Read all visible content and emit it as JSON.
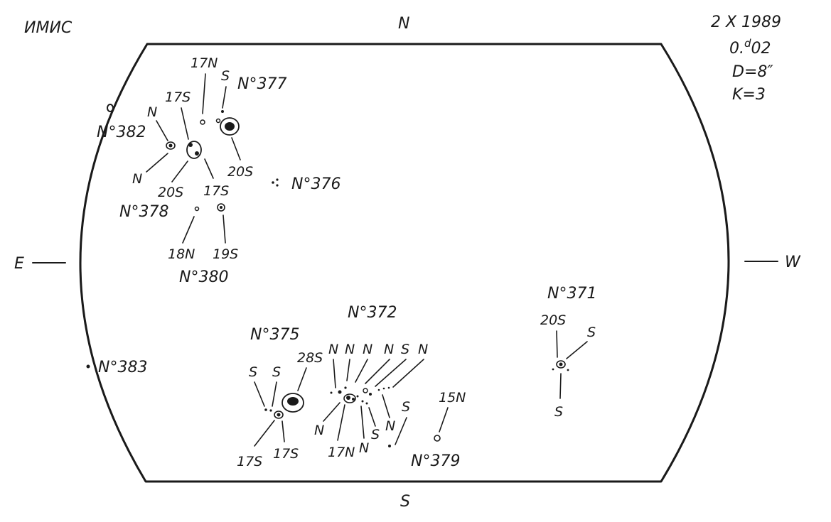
{
  "header": {
    "observatory": "ИМИС",
    "date": "2 X 1989",
    "fraction_main": "0.",
    "fraction_sup": "d",
    "fraction_tail": "02",
    "diameter": "D=8″",
    "k": "K=3"
  },
  "compass": {
    "north": "N",
    "south": "S",
    "east": "E",
    "west": "W"
  },
  "groups": {
    "g382": "N°382",
    "g377": "N°377",
    "g376": "N°376",
    "g378": "N°378",
    "g380": "N°380",
    "g383": "N°383",
    "g375": "N°375",
    "g372": "N°372",
    "g371": "N°371",
    "g379": "N°379"
  },
  "polarity": {
    "a17n": "17N",
    "a_s": "S",
    "a17s": "17S",
    "a_n1": "N",
    "a20s": "20S",
    "a_n2": "N",
    "a20s_b": "20S",
    "a17s_b": "17S",
    "a18n": "18N",
    "a19s": "19S",
    "b_s1": "S",
    "b_s2": "S",
    "b28s": "28S",
    "b17s_1": "17S",
    "b17s_2": "17S",
    "c_n1": "N",
    "c_n2": "N",
    "c_n3": "N",
    "c_n4": "N",
    "c_s1": "S",
    "c_n5": "N",
    "c_n6": "N",
    "c17n": "17N",
    "c_n7": "N",
    "c_s2": "S",
    "c_n8": "N",
    "c_s3": "S",
    "d15n": "15N",
    "e20s": "20S",
    "e_s1": "S",
    "e_s2": "S"
  }
}
